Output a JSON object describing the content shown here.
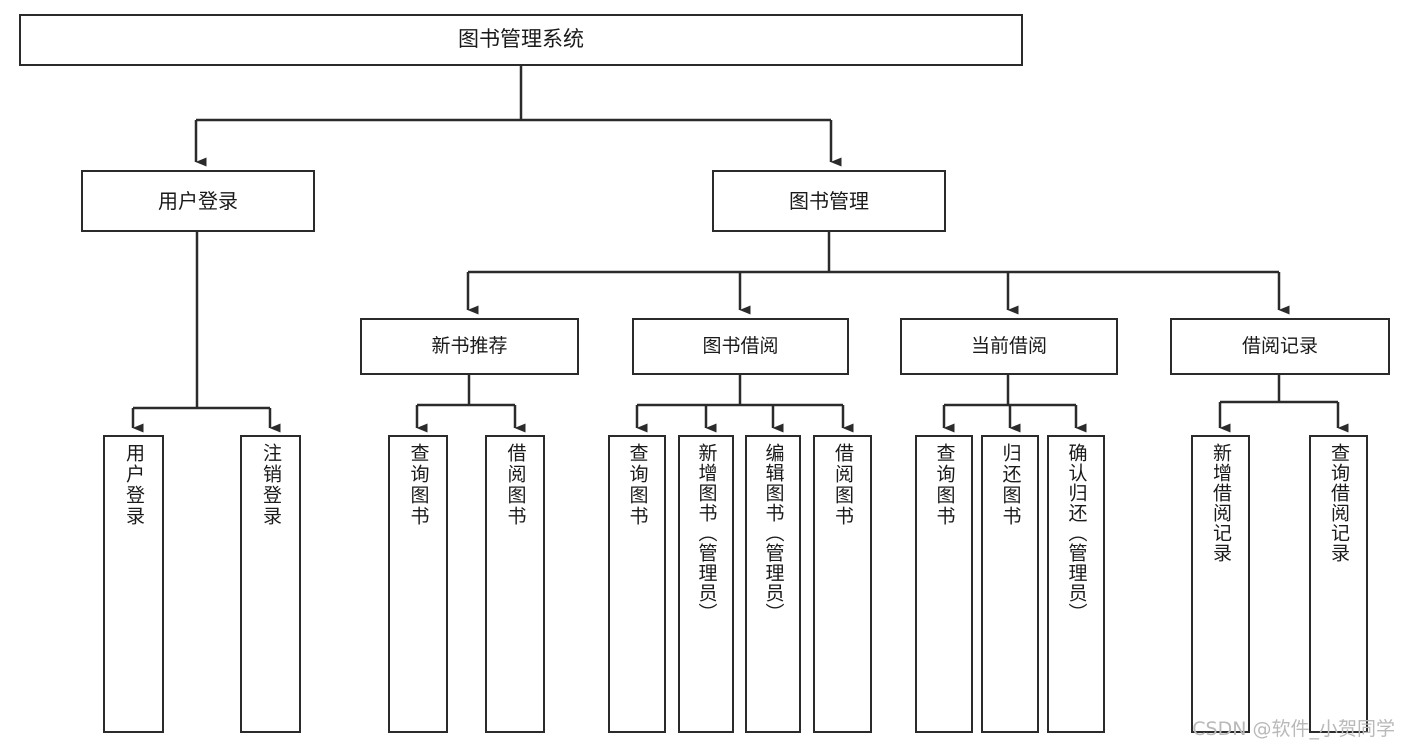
{
  "diagram": {
    "title": "图书管理系统",
    "type": "tree",
    "stroke_color": "#2b2b2b",
    "fill_color": "#ffffff",
    "text_color": "#1a1a1a"
  },
  "nodes": {
    "root": {
      "label": "图书管理系统"
    },
    "level2": [
      {
        "label": "用户登录"
      },
      {
        "label": "图书管理"
      }
    ],
    "level3": [
      {
        "label": "新书推荐"
      },
      {
        "label": "图书借阅"
      },
      {
        "label": "当前借阅"
      },
      {
        "label": "借阅记录"
      }
    ],
    "leaves": {
      "user_login": [
        {
          "label": "用户登录"
        },
        {
          "label": "注销登录"
        }
      ],
      "new_book": [
        {
          "label": "查询图书"
        },
        {
          "label": "借阅图书"
        }
      ],
      "book_borrow": [
        {
          "label": "查询图书"
        },
        {
          "label": "新增图书（管理员）"
        },
        {
          "label": "编辑图书（管理员）"
        },
        {
          "label": "借阅图书"
        }
      ],
      "current_borrow": [
        {
          "label": "查询图书"
        },
        {
          "label": "归还图书"
        },
        {
          "label": "确认归还（管理员）"
        }
      ],
      "borrow_record": [
        {
          "label": "新增借阅记录"
        },
        {
          "label": "查询借阅记录"
        }
      ]
    }
  },
  "watermark": {
    "text": "CSDN @软件_小贺同学"
  }
}
